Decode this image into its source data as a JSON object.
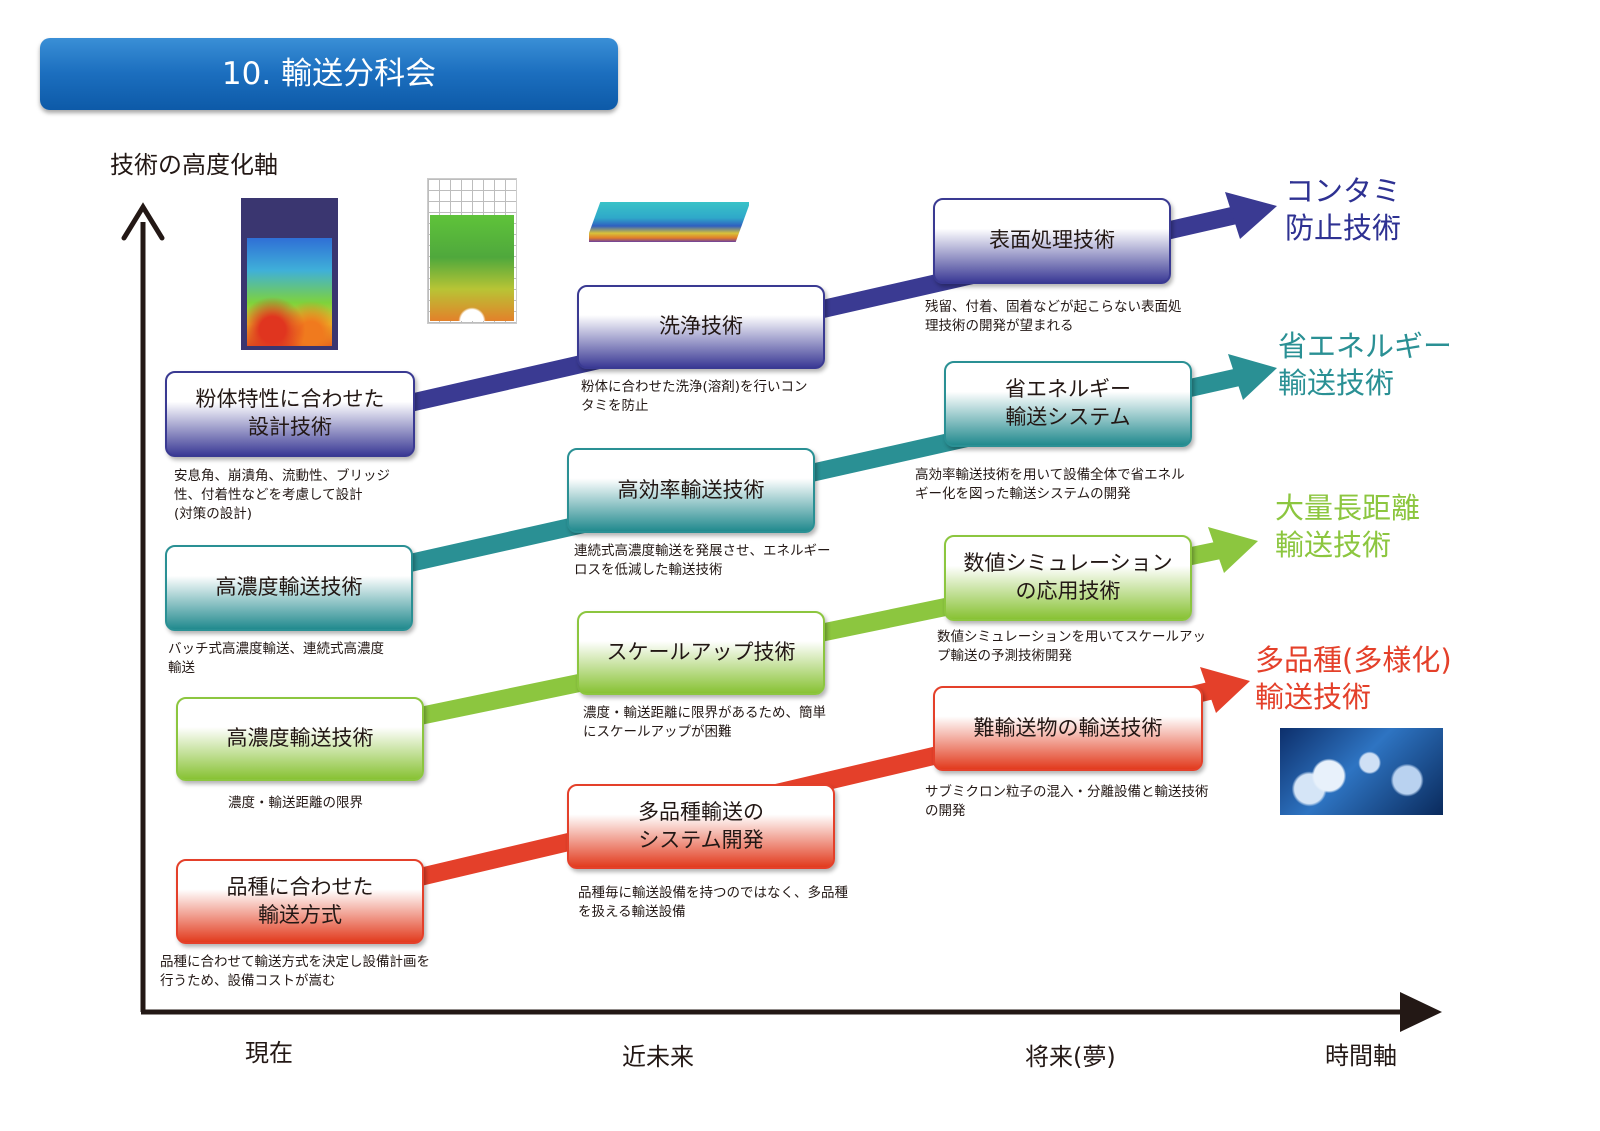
{
  "header": {
    "title": "10. 輸送分科会"
  },
  "axes": {
    "y_label": "技術の高度化軸",
    "x_label": "時間軸",
    "x_ticks": [
      "現在",
      "近未来",
      "将来(夢)"
    ]
  },
  "colors": {
    "blue": "#3a3a92",
    "teal": "#2a9094",
    "green": "#8cc63f",
    "red": "#e4402a",
    "axis": "#231815",
    "header": "#1c6fbf"
  },
  "tracks": {
    "blue": {
      "goal": "コンタミ\n防止技術",
      "steps": [
        {
          "label": "粉体特性に合わせた\n設計技術",
          "desc": "安息角、崩潰角、流動性、ブリッジ\n性、付着性などを考慮して設計\n(対策の設計)"
        },
        {
          "label": "洗浄技術",
          "desc": "粉体に合わせた洗浄(溶剤)を行いコン\nタミを防止"
        },
        {
          "label": "表面処理技術",
          "desc": "残留、付着、固着などが起こらない表面処\n理技術の開発が望まれる"
        }
      ]
    },
    "teal": {
      "goal": "省エネルギー\n輸送技術",
      "steps": [
        {
          "label": "高濃度輸送技術",
          "desc": "バッチ式高濃度輸送、連続式高濃度\n輸送"
        },
        {
          "label": "高効率輸送技術",
          "desc": "連続式高濃度輸送を発展させ、エネルギー\nロスを低減した輸送技術"
        },
        {
          "label": "省エネルギー\n輸送システム",
          "desc": "高効率輸送技術を用いて設備全体で省エネル\nギー化を図った輸送システムの開発"
        }
      ]
    },
    "green": {
      "goal": "大量長距離\n輸送技術",
      "steps": [
        {
          "label": "高濃度輸送技術",
          "desc": "濃度・輸送距離の限界"
        },
        {
          "label": "スケールアップ技術",
          "desc": "濃度・輸送距離に限界があるため、簡単\nにスケールアップが困難"
        },
        {
          "label": "数値シミュレーション\nの応用技術",
          "desc": "数値シミュレーションを用いてスケールアッ\nプ輸送の予測技術開発"
        }
      ]
    },
    "red": {
      "goal": "多品種(多様化)\n輸送技術",
      "steps": [
        {
          "label": "品種に合わせた\n輸送方式",
          "desc": "品種に合わせて輸送方式を決定し設備計画を\n行うため、設備コストが嵩む"
        },
        {
          "label": "多品種輸送の\nシステム開発",
          "desc": "品種毎に輸送設備を持つのではなく、多品種\nを扱える輸送設備"
        },
        {
          "label": "難輸送物の輸送技術",
          "desc": "サブミクロン粒子の混入・分離設備と輸送技術\nの開発"
        }
      ]
    }
  },
  "images": {
    "sim1": "simulation-column-image",
    "sim2": "simulation-flow-image",
    "sim3": "simulation-surface-image",
    "pills": "pills-photo"
  }
}
